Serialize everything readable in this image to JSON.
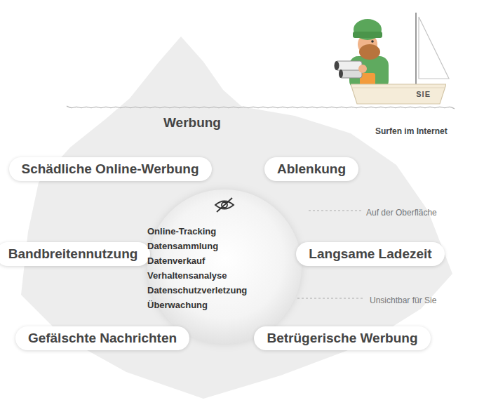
{
  "diagram": {
    "nodes": [
      {
        "text": [
          "SIE"
        ]
      },
      {
        "text": [
          "Werbung"
        ]
      },
      {
        "text": [
          "Schädliche Online-Werbung"
        ],
        "in": 1
      },
      {
        "text": [
          "Ablenkung"
        ],
        "in": 1
      },
      {
        "text": [
          "Online-Tracking",
          "Datensammlung",
          "Datenverkauf",
          "Verhaltensanalyse",
          "Datenschutzverletzung",
          "Überwachung"
        ],
        "in": 1
      },
      {
        "text": [
          "Bandbreitennutzung"
        ],
        "in": 1
      },
      {
        "text": [
          "Langsame Ladezeit"
        ],
        "in": 1
      },
      {
        "text": [
          "Gefälschte Nachrichten"
        ],
        "in": 1
      },
      {
        "text": [
          "Betrügerische Werbung"
        ],
        "in": 1
      }
    ],
    "labels": [
      "Surfen im Internet",
      "Auf der Oberfläche",
      "Unsichtbar für Sie"
    ]
  }
}
